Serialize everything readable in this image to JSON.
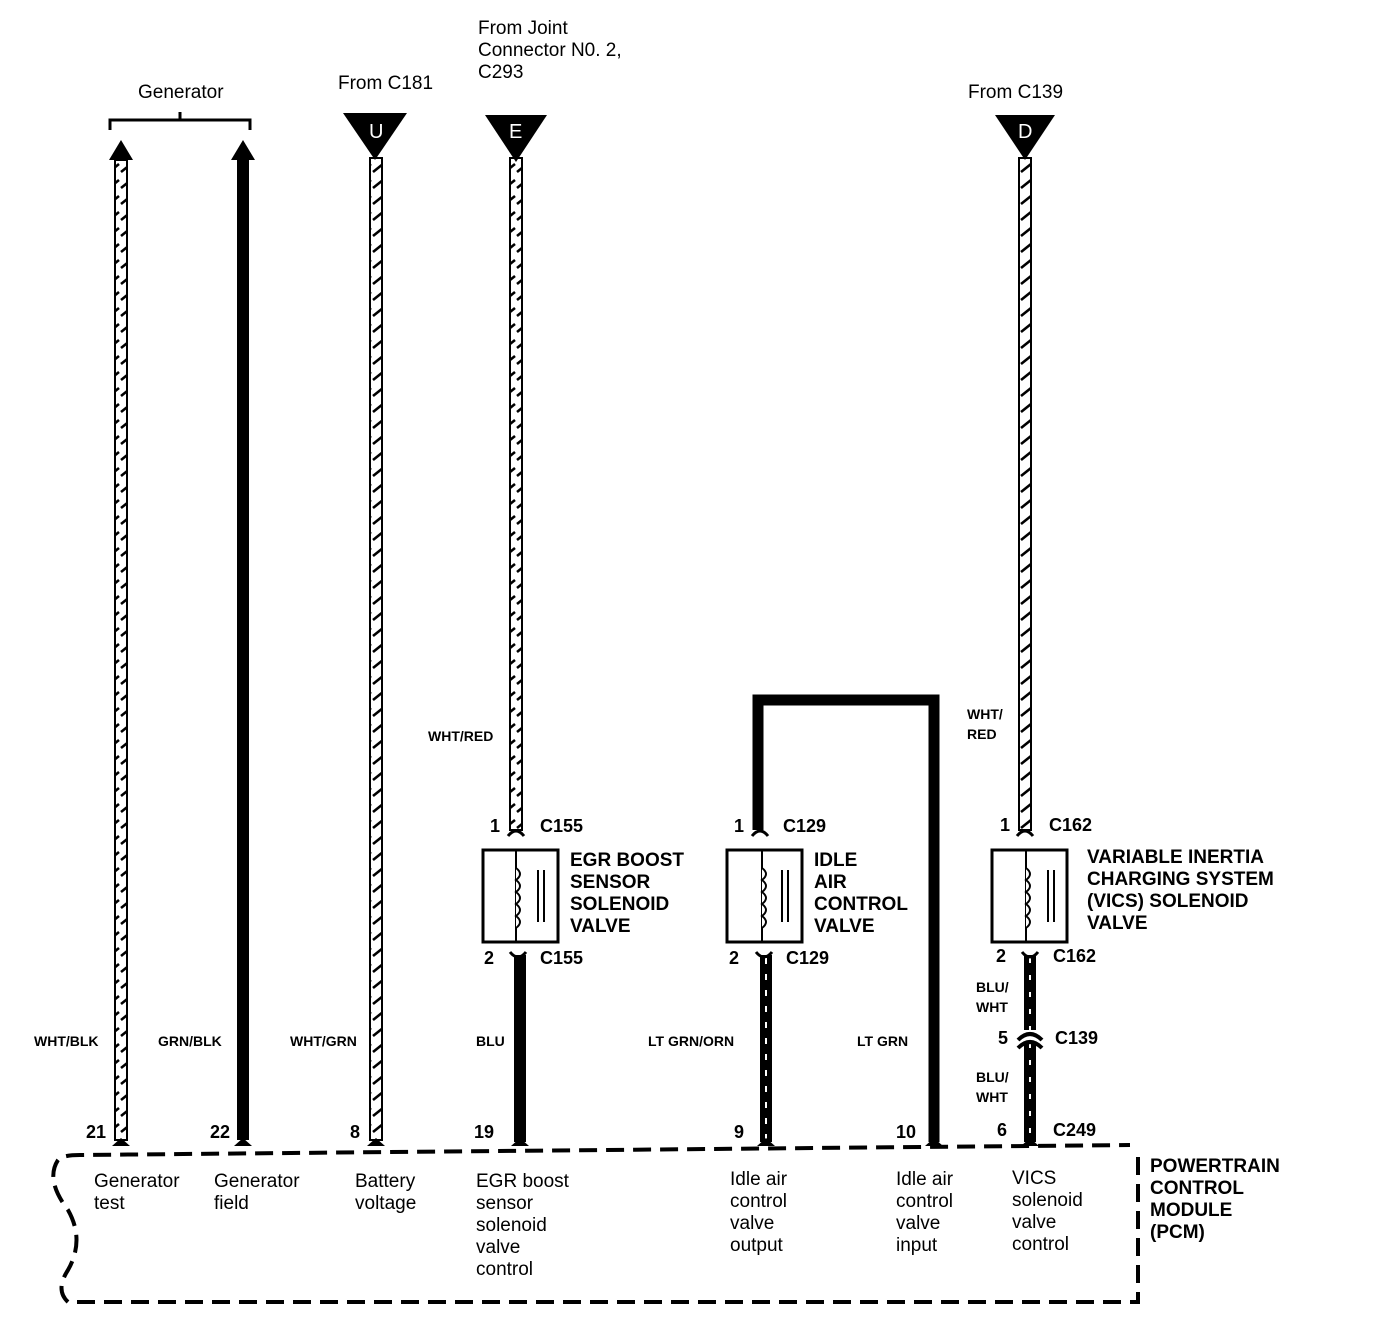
{
  "sources": {
    "generator": "Generator",
    "c181": "From C181",
    "joint": [
      "From Joint",
      "Connector N0. 2,",
      "C293"
    ],
    "c139": "From C139"
  },
  "markers": {
    "u": "U",
    "e": "E",
    "d": "D"
  },
  "wire_colors": {
    "w21": "WHT/BLK",
    "w22": "GRN/BLK",
    "w8": "WHT/GRN",
    "egr_top": "WHT/RED",
    "w19": "BLU",
    "w9": "LT GRN/ORN",
    "w10": "LT GRN",
    "vics_top": [
      "WHT/",
      "RED"
    ],
    "vics_mid": [
      "BLU/",
      "WHT"
    ],
    "vics_bot": [
      "BLU/",
      "WHT"
    ]
  },
  "connectors": {
    "egr_1": "1",
    "egr_1c": "C155",
    "egr_2": "2",
    "egr_2c": "C155",
    "iac_1": "1",
    "iac_1c": "C129",
    "iac_2": "2",
    "iac_2c": "C129",
    "vics_1": "1",
    "vics_1c": "C162",
    "vics_2": "2",
    "vics_2c": "C162",
    "c139_pin": "5",
    "c139": "C139",
    "c249_pin": "6",
    "c249": "C249"
  },
  "components": {
    "egr": [
      "EGR BOOST",
      "SENSOR",
      "SOLENOID",
      "VALVE"
    ],
    "iac": [
      "IDLE",
      "AIR",
      "CONTROL",
      "VALVE"
    ],
    "vics": [
      "VARIABLE INERTIA",
      "CHARGING SYSTEM",
      "(VICS) SOLENOID",
      "VALVE"
    ],
    "pcm": [
      "POWERTRAIN",
      "CONTROL",
      "MODULE",
      "(PCM)"
    ]
  },
  "pcm_pins": [
    {
      "pin": "21",
      "label": [
        "Generator",
        "test"
      ]
    },
    {
      "pin": "22",
      "label": [
        "Generator",
        "field"
      ]
    },
    {
      "pin": "8",
      "label": [
        "Battery",
        "voltage"
      ]
    },
    {
      "pin": "19",
      "label": [
        "EGR boost",
        "sensor",
        "solenoid",
        "valve",
        "control"
      ]
    },
    {
      "pin": "9",
      "label": [
        "Idle air",
        "control",
        "valve",
        "output"
      ]
    },
    {
      "pin": "10",
      "label": [
        "Idle air",
        "control",
        "valve",
        "input"
      ]
    },
    {
      "pin": "6",
      "label": [
        "VICS",
        "solenoid",
        "valve",
        "control"
      ]
    }
  ]
}
